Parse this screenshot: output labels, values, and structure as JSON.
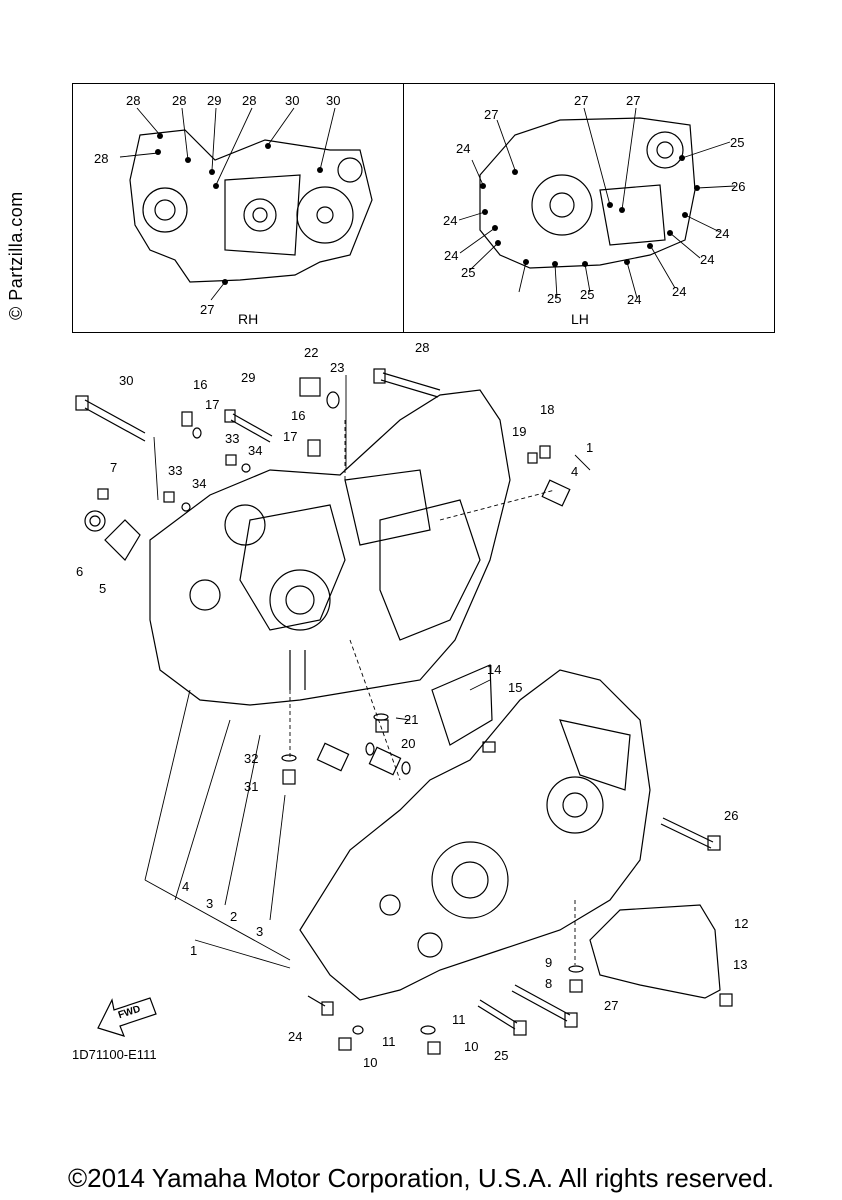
{
  "watermark": "© Partzilla.com",
  "panels": {
    "rh_label": "RH",
    "lh_label": "LH",
    "rh_callouts": [
      "28",
      "28",
      "29",
      "28",
      "30",
      "30",
      "28",
      "27"
    ],
    "lh_callouts": [
      "27",
      "27",
      "27",
      "24",
      "25",
      "26",
      "24",
      "24",
      "24",
      "24",
      "24",
      "25",
      "25",
      "25",
      "24"
    ]
  },
  "parts": [
    "30",
    "16",
    "17",
    "29",
    "33",
    "34",
    "7",
    "33",
    "34",
    "6",
    "5",
    "22",
    "23",
    "28",
    "16",
    "17",
    "18",
    "19",
    "1",
    "4",
    "14",
    "15",
    "21",
    "20",
    "32",
    "31",
    "26",
    "12",
    "13",
    "9",
    "8",
    "27",
    "4",
    "3",
    "2",
    "3",
    "1",
    "24",
    "11",
    "11",
    "10",
    "10",
    "25"
  ],
  "fwd_label": "FWD",
  "diagram_code": "1D71100-E111",
  "copyright": "©2014 Yamaha Motor Corporation, U.S.A. All rights reserved."
}
